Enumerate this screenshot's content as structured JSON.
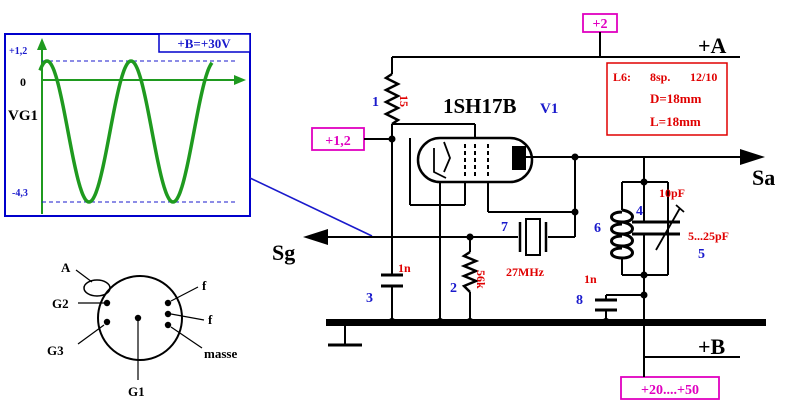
{
  "waveform": {
    "label_ymax": "+1,2",
    "label_zero": "0",
    "label_axis": "VG1",
    "label_ymin": "-4,3",
    "supply_label": "+B=+30V",
    "colors": {
      "frame": "#0000cc",
      "wave": "#1f9a1f",
      "axis": "#1f9a1f",
      "dashed": "#1a1acc"
    }
  },
  "tube": {
    "name": "1SH17B",
    "ref": "V1"
  },
  "coil_note": {
    "line1_a": "L6:",
    "line1_b": "8sp.",
    "line1_c": "12/10",
    "line2": "D=18mm",
    "line3": "L=18mm"
  },
  "rails": {
    "plus_a": "+A",
    "plus_b": "+B",
    "sa": "Sa",
    "sg": "Sg"
  },
  "tags": {
    "plus2": "+2",
    "plus1_2": "+1,2",
    "b_range": "+20....+50"
  },
  "components": {
    "r1_num": "1",
    "r1_val": "15",
    "r2_num": "2",
    "r2_val": "56k",
    "c3_num": "3",
    "c3_val": "1n",
    "c4_num": "4",
    "c4_val": "10pF",
    "c5_num": "5",
    "c5_val": "5...25pF",
    "l6_num": "6",
    "x7_num": "7",
    "x7_val": "27MHz",
    "c8_num": "8",
    "c8_val": "1n"
  },
  "pinout": {
    "a": "A",
    "g2": "G2",
    "g3": "G3",
    "g1": "G1",
    "f1": "f",
    "f2": "f",
    "masse": "masse"
  },
  "colors": {
    "component_number": "#1a1acc",
    "component_value": "#e00000",
    "tag": "#e000c0",
    "wire": "#000000"
  }
}
